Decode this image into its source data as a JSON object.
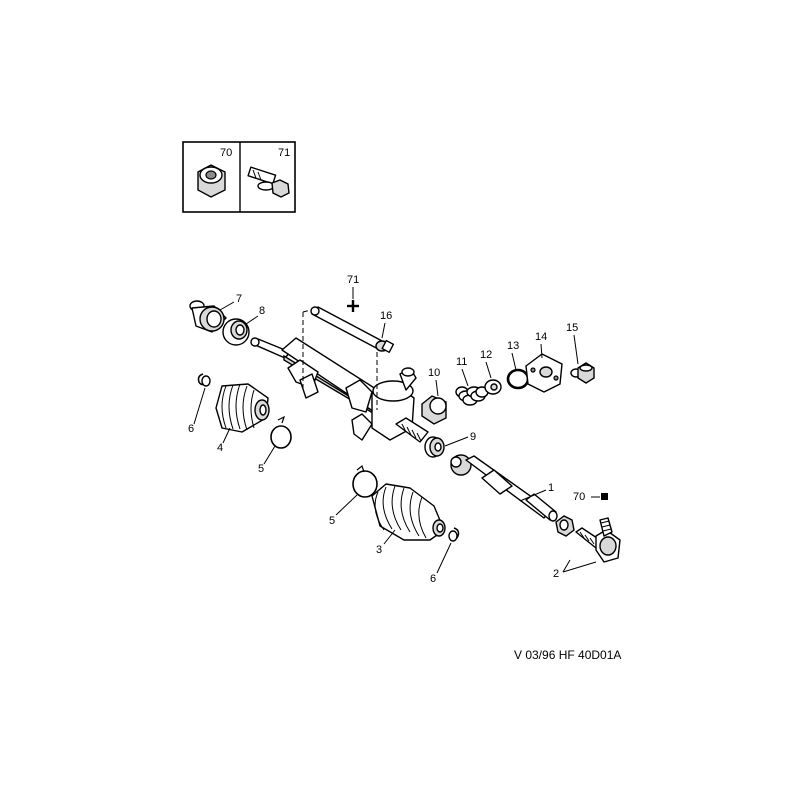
{
  "inset": {
    "left_label": "70",
    "right_label": "71"
  },
  "callouts": {
    "c71": "71",
    "c7": "7",
    "c8": "8",
    "c16": "16",
    "c10": "10",
    "c11": "11",
    "c12": "12",
    "c13": "13",
    "c14": "14",
    "c15": "15",
    "c6a": "6",
    "c4": "4",
    "c5a": "5",
    "c9": "9",
    "c1": "1",
    "c70": "70",
    "c5b": "5",
    "c3": "3",
    "c6b": "6",
    "c2": "2"
  },
  "footer": {
    "reference": "V 03/96 HF 40D01A"
  }
}
